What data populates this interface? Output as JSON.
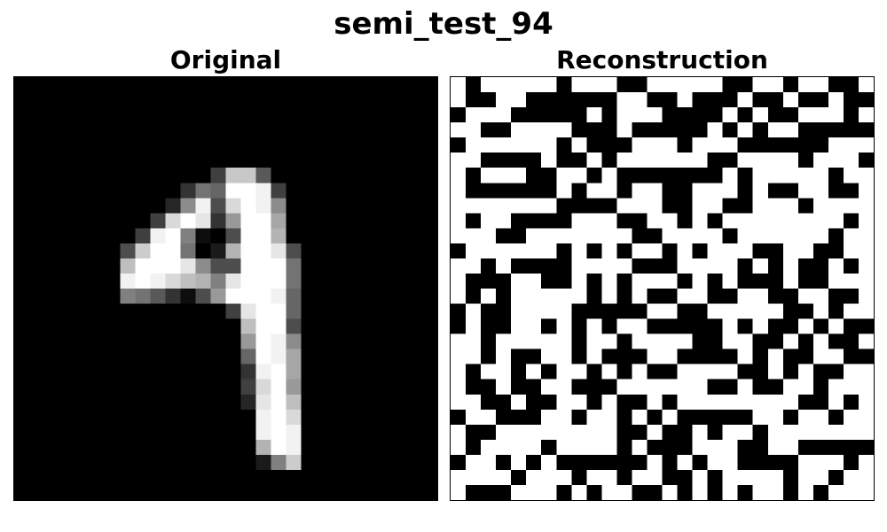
{
  "figure": {
    "suptitle": "semi_test_94",
    "left_title": "Original",
    "right_title": "Reconstruction"
  },
  "images": {
    "grid_size": 28,
    "original_nonzero_pixels": [
      [
        6,
        13,
        0.25
      ],
      [
        6,
        14,
        0.78
      ],
      [
        6,
        15,
        0.78
      ],
      [
        6,
        16,
        0.35
      ],
      [
        7,
        11,
        0.2
      ],
      [
        7,
        12,
        0.45
      ],
      [
        7,
        13,
        0.4
      ],
      [
        7,
        14,
        1
      ],
      [
        7,
        15,
        1
      ],
      [
        7,
        16,
        0.95
      ],
      [
        7,
        17,
        0.25
      ],
      [
        8,
        10,
        0.15
      ],
      [
        8,
        11,
        0.55
      ],
      [
        8,
        12,
        0.95
      ],
      [
        8,
        13,
        0.3
      ],
      [
        8,
        14,
        0.85
      ],
      [
        8,
        15,
        1
      ],
      [
        8,
        16,
        0.95
      ],
      [
        8,
        17,
        0.55
      ],
      [
        9,
        9,
        0.25
      ],
      [
        9,
        10,
        0.85
      ],
      [
        9,
        11,
        1
      ],
      [
        9,
        12,
        0.9
      ],
      [
        9,
        13,
        0.2
      ],
      [
        9,
        14,
        0.6
      ],
      [
        9,
        15,
        1
      ],
      [
        9,
        16,
        1
      ],
      [
        9,
        17,
        0.65
      ],
      [
        10,
        8,
        0.25
      ],
      [
        10,
        9,
        0.95
      ],
      [
        10,
        10,
        1
      ],
      [
        10,
        11,
        0.5
      ],
      [
        10,
        12,
        0.05
      ],
      [
        10,
        14,
        0.3
      ],
      [
        10,
        15,
        1
      ],
      [
        10,
        16,
        1
      ],
      [
        10,
        17,
        0.7
      ],
      [
        11,
        7,
        0.3
      ],
      [
        11,
        8,
        0.8
      ],
      [
        11,
        9,
        1
      ],
      [
        11,
        10,
        1
      ],
      [
        11,
        11,
        0.45
      ],
      [
        11,
        13,
        0.1
      ],
      [
        11,
        14,
        0.7
      ],
      [
        11,
        15,
        1
      ],
      [
        11,
        16,
        1
      ],
      [
        11,
        17,
        0.9
      ],
      [
        11,
        18,
        0.3
      ],
      [
        12,
        7,
        0.75
      ],
      [
        12,
        8,
        1
      ],
      [
        12,
        9,
        1
      ],
      [
        12,
        10,
        1
      ],
      [
        12,
        11,
        0.9
      ],
      [
        12,
        12,
        0.55
      ],
      [
        12,
        13,
        0.3
      ],
      [
        12,
        14,
        0.3
      ],
      [
        12,
        15,
        1
      ],
      [
        12,
        16,
        1
      ],
      [
        12,
        17,
        1
      ],
      [
        12,
        18,
        0.45
      ],
      [
        13,
        7,
        0.95
      ],
      [
        13,
        8,
        1
      ],
      [
        13,
        9,
        0.95
      ],
      [
        13,
        10,
        0.85
      ],
      [
        13,
        11,
        0.75
      ],
      [
        13,
        12,
        0.7
      ],
      [
        13,
        13,
        0.5
      ],
      [
        13,
        14,
        0.9
      ],
      [
        13,
        15,
        1
      ],
      [
        13,
        16,
        1
      ],
      [
        13,
        17,
        1
      ],
      [
        13,
        18,
        0.45
      ],
      [
        14,
        7,
        0.5
      ],
      [
        14,
        8,
        0.45
      ],
      [
        14,
        9,
        0.35
      ],
      [
        14,
        10,
        0.2
      ],
      [
        14,
        11,
        0.05
      ],
      [
        14,
        12,
        0.3
      ],
      [
        14,
        13,
        0.6
      ],
      [
        14,
        14,
        1
      ],
      [
        14,
        15,
        1
      ],
      [
        14,
        16,
        1
      ],
      [
        14,
        17,
        0.95
      ],
      [
        14,
        18,
        0.4
      ],
      [
        15,
        14,
        0.25
      ],
      [
        15,
        15,
        0.9
      ],
      [
        15,
        16,
        1
      ],
      [
        15,
        17,
        1
      ],
      [
        15,
        18,
        0.4
      ],
      [
        16,
        15,
        0.75
      ],
      [
        16,
        16,
        1
      ],
      [
        16,
        17,
        1
      ],
      [
        16,
        18,
        0.3
      ],
      [
        17,
        15,
        0.6
      ],
      [
        17,
        16,
        1
      ],
      [
        17,
        17,
        0.95
      ],
      [
        17,
        18,
        0.55
      ],
      [
        18,
        15,
        0.4
      ],
      [
        18,
        16,
        1
      ],
      [
        18,
        17,
        0.95
      ],
      [
        18,
        18,
        0.65
      ],
      [
        19,
        15,
        0.2
      ],
      [
        19,
        16,
        0.95
      ],
      [
        19,
        17,
        1
      ],
      [
        19,
        18,
        0.65
      ],
      [
        20,
        15,
        0.25
      ],
      [
        20,
        16,
        0.85
      ],
      [
        20,
        17,
        1
      ],
      [
        20,
        18,
        0.6
      ],
      [
        21,
        15,
        0.15
      ],
      [
        21,
        16,
        0.9
      ],
      [
        21,
        17,
        1
      ],
      [
        21,
        18,
        0.75
      ],
      [
        22,
        16,
        0.95
      ],
      [
        22,
        17,
        1
      ],
      [
        22,
        18,
        0.85
      ],
      [
        23,
        16,
        0.95
      ],
      [
        23,
        17,
        1
      ],
      [
        23,
        18,
        0.95
      ],
      [
        24,
        16,
        0.7
      ],
      [
        24,
        17,
        1
      ],
      [
        24,
        18,
        0.95
      ],
      [
        25,
        16,
        0.1
      ],
      [
        25,
        17,
        0.5
      ],
      [
        25,
        18,
        0.8
      ]
    ],
    "reconstruction_binary": [
      "1011111011100111110011011001",
      "1001100000011001000100100100",
      "0111000001011100001010011101",
      "1100111100010000010101100000",
      "0111111010001110111000000111",
      "1100001001011111100111101110",
      "1011100110100000001011111011",
      "1000000101101100111010011001",
      "1111111000011100110011101111",
      "1011000011100110101111111101",
      "1110011111110011110111111011",
      "0111111010101101011100110011",
      "1101000011110001111010100101",
      "1000110010101110101000100111",
      "1010111110101001100110011001",
      "0100111100000110011111001011",
      "0100110101011000001010010100",
      "1101111101101111001100101001",
      "1101001101000110000101001100",
      "1011010110101001111001010011",
      "1001001100011111100100110111",
      "1100100110100101111111100101",
      "0110001101101010000011011011",
      "1001111111100100101101111111",
      "1011110111101000111001100000",
      "0110101000000101011000011101",
      "1111011101101100101111011011",
      "1000111010110010101011010111"
    ]
  }
}
